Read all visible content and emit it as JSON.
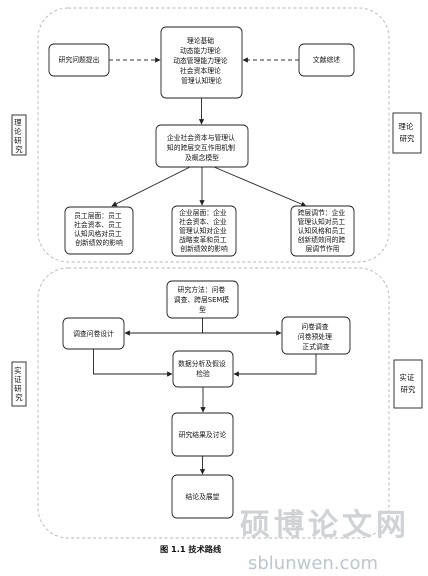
{
  "caption": "图 1.1   技术路线",
  "theory_section": {
    "left_label": [
      "理",
      "论",
      "研",
      "究"
    ],
    "right_label": [
      "理论",
      "研究"
    ],
    "top_box": [
      "理论基础",
      "动态能力理论",
      "动态管理能力理论",
      "社会资本理论",
      "管理认知理论"
    ],
    "left_box": "研究问题提出",
    "right_box": "文献综述",
    "middle_box": [
      "企业社会资本与管理认",
      "知的跨层交互作用机制",
      "及概念模型"
    ],
    "employee_box": [
      "员工层面：员工",
      "社会资本、员工",
      "认知风格对员工",
      "创新绩效的影响"
    ],
    "enterprise_box": [
      "企业层面：企业",
      "社会资本、企业",
      "管理认知对企业",
      "战略变革和员工",
      "创新绩效的影响"
    ],
    "cross_box": [
      "跨层调节：企业",
      "管理认知对员工",
      "认知风格和员工",
      "创新绩效间的跨",
      "层调节作用"
    ]
  },
  "empirical_section": {
    "left_label": [
      "实",
      "证",
      "研",
      "究"
    ],
    "right_label": [
      "实证",
      "研究"
    ],
    "method_box": [
      "研究方法：问卷",
      "调查、跨层SEM模",
      "型"
    ],
    "design_box": "调查问卷设计",
    "survey_box": [
      "问卷调查",
      "问卷预处理",
      "正式调查"
    ],
    "analysis_box": [
      "数据分析及假设",
      "检验"
    ],
    "results_box": "研究结果及讨论",
    "conclusion_box": "结论及展望"
  },
  "watermark": {
    "site_name": "硕博论文网",
    "url": "sblunwen.com"
  }
}
